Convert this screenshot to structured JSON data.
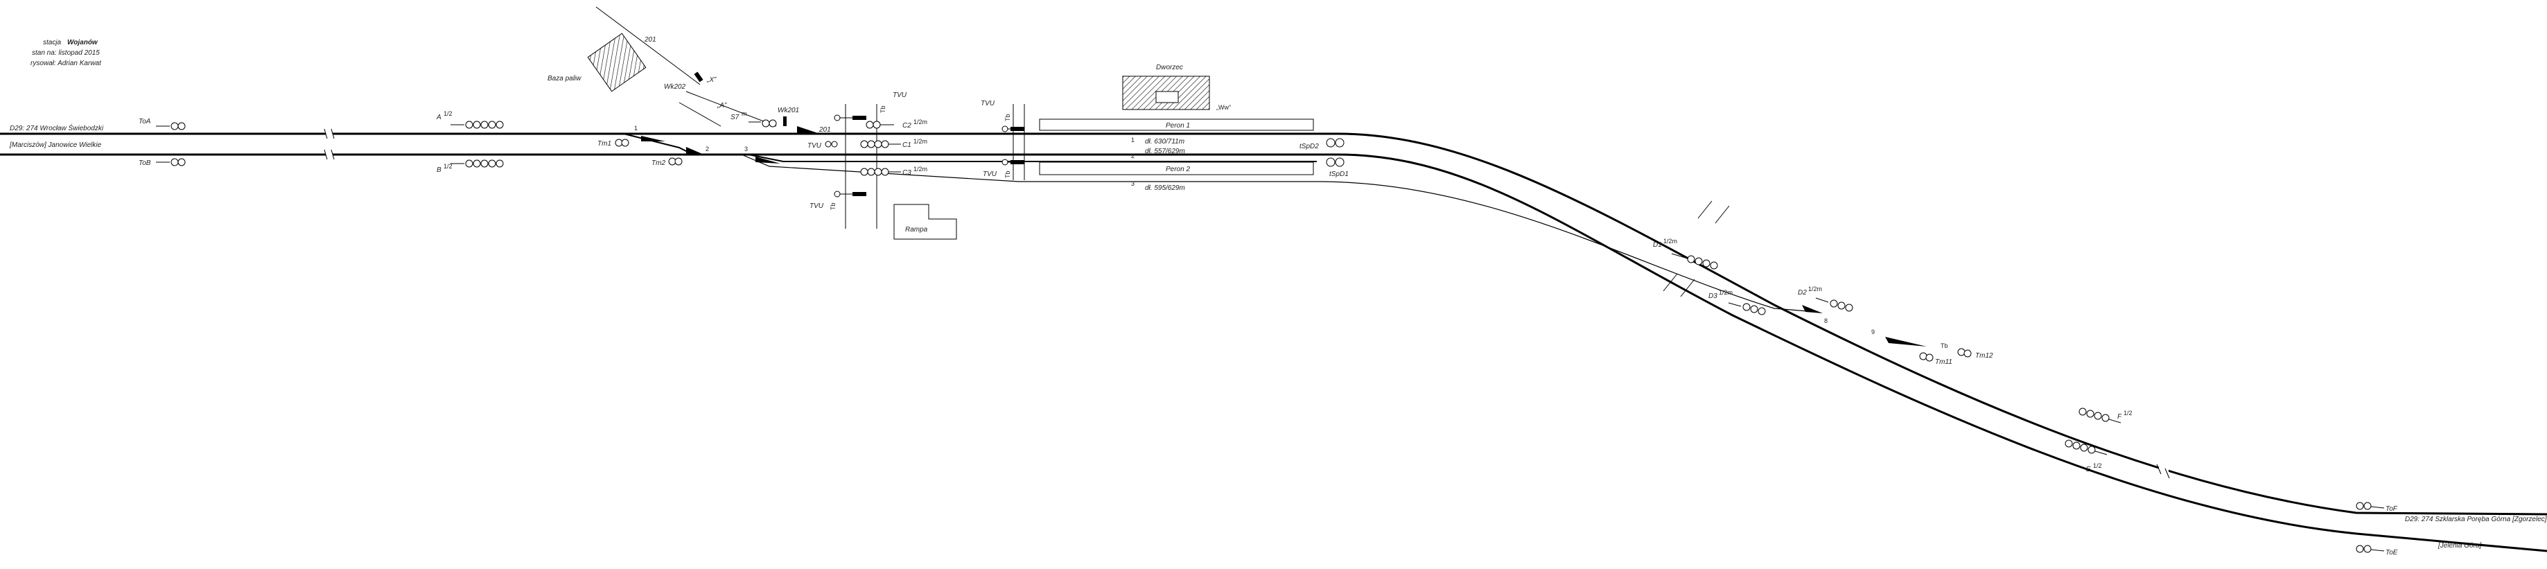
{
  "header": {
    "line1_prefix": "stacja",
    "station": "Wojanów",
    "line2": "stan na: listopad 2015",
    "line3": "rysował: Adrian Karwat"
  },
  "routes": {
    "left_top": "D29: 274 Wrocław Świebodzki",
    "left_top_number": "274",
    "left_bottom": "[Marciszów] Janowice Wielkie",
    "right_top": "D29: 274 Szklarska Poręba Górna [Zgorzelec]",
    "right_bottom": "[Jelenia Góra]"
  },
  "buildings": {
    "dworzec": "Dworzec",
    "wc": "„Ww”",
    "baza": "Baza paliw",
    "rampa": "Rampa",
    "peron1": "Peron 1",
    "peron2": "Peron 2"
  },
  "tracks": {
    "t1_num": "1",
    "t2_num": "2",
    "t3_num": "3",
    "dl1": "dł. 630/711m",
    "dl2": "dł. 557/629m",
    "dl3": "dł. 595/629m"
  },
  "signals": {
    "ToA": "ToA",
    "ToB": "ToB",
    "A": "A",
    "A_sup": "1/2",
    "B": "B",
    "B_sup": "1/2",
    "C2": "C2",
    "C2_sup": "1/2m",
    "C1": "C1",
    "C1_sup": "1/2m",
    "C3": "C3",
    "C3_sup": "1/2m",
    "S7": "S7",
    "S7_sup": "m",
    "D1": "D1",
    "D1_sup": "1/2m",
    "D2": "D2",
    "D2_sup": "1/2m",
    "D3": "D3",
    "D3_sup": "1/2m",
    "F": "F",
    "F_sup": "1/2",
    "E": "E",
    "E_sup": "1/2",
    "ToF": "ToF",
    "ToE": "ToE",
    "tSpD1": "tSpD1",
    "tSpD2": "tSpD2"
  },
  "points": {
    "Tm1": "Tm1",
    "Tm2": "Tm2",
    "Tm11": "Tm11",
    "Tm12": "Tm12",
    "Wk201": "Wk201",
    "Wk202": "Wk202",
    "TVU": "TVU",
    "n201": "201",
    "n1": "1",
    "n2": "2",
    "n3": "3",
    "n8": "8",
    "n9": "9",
    "n201b": "201",
    "Tb": "Tb",
    "ZK": "„X”",
    "ZK2": "„A”"
  }
}
